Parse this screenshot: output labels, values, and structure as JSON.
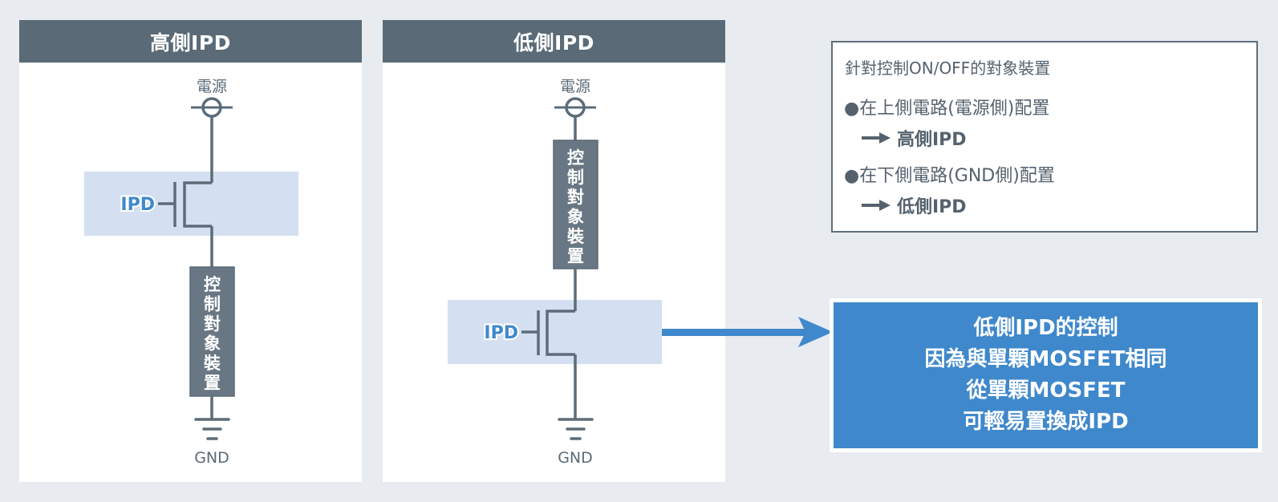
{
  "colors": {
    "background": "#e8ebf0",
    "header": "#5a6a77",
    "wire": "#5c6c79",
    "highlight": "#d4e0f1",
    "accent_blue": "#3f88cc",
    "device_box": "#687783"
  },
  "panels": [
    {
      "id": "high-side",
      "title": "高側IPD",
      "supply_label": "電源",
      "ipd_label": "IPD",
      "device_label": "控制對象裝置",
      "device_chars": [
        "控",
        "制",
        "對",
        "象",
        "裝",
        "置"
      ],
      "ground_label": "GND",
      "ipd_position": "upper"
    },
    {
      "id": "low-side",
      "title": "低側IPD",
      "supply_label": "電源",
      "ipd_label": "IPD",
      "device_label": "控制對象裝置",
      "device_chars": [
        "控",
        "制",
        "對",
        "象",
        "裝",
        "置"
      ],
      "ground_label": "GND",
      "ipd_position": "lower"
    }
  ],
  "info_box": {
    "title": "針對控制ON/OFF的對象裝置",
    "items": [
      {
        "bullet": "●",
        "text": "在上側電路(電源側)配置",
        "result": "高側IPD"
      },
      {
        "bullet": "●",
        "text": "在下側電路(GND側)配置",
        "result": "低側IPD"
      }
    ]
  },
  "result_box": {
    "lines": [
      "低側IPD的控制",
      "因為與單顆MOSFET相同",
      "從單顆MOSFET",
      "可輕易置換成IPD"
    ]
  }
}
